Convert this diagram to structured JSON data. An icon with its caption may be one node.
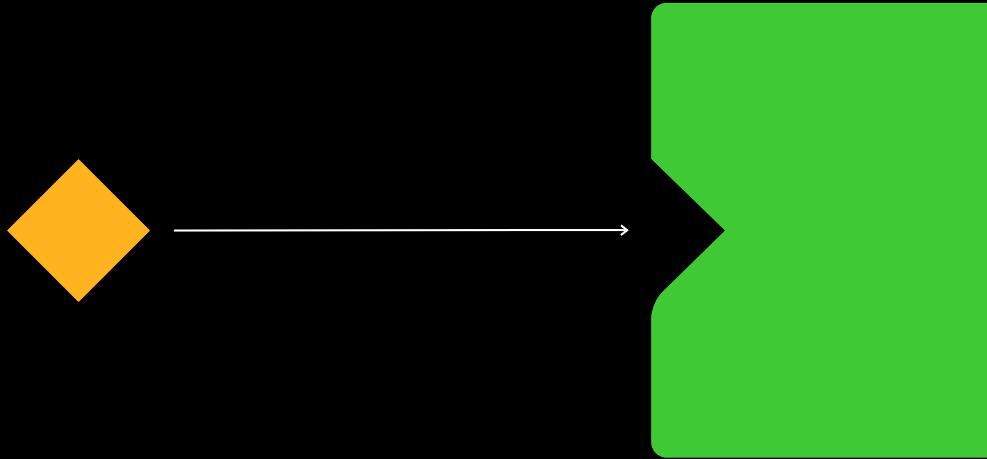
{
  "diagram": {
    "nodes": [
      {
        "text": [],
        "shape": "diamond"
      },
      {
        "text": [],
        "shape": "box"
      }
    ],
    "edges": [
      {
        "from": 0,
        "to": 1,
        "arrow": "to"
      }
    ]
  }
}
